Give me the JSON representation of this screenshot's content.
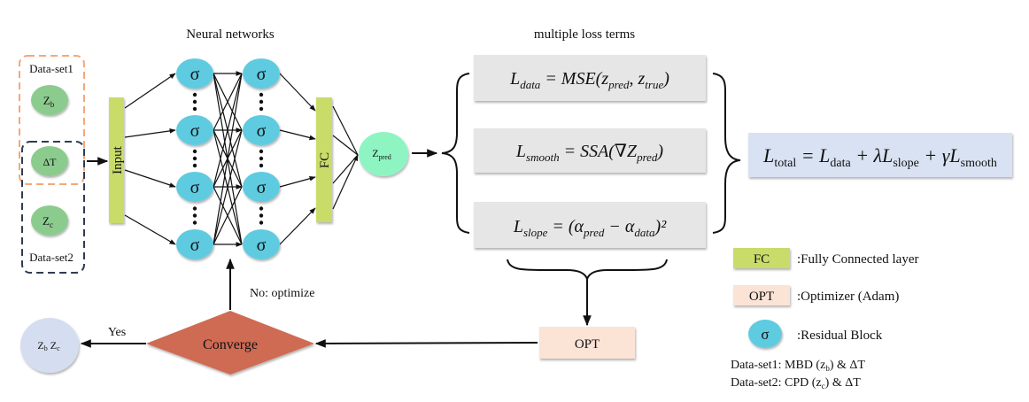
{
  "titles": {
    "neural_networks": "Neural networks",
    "loss_terms": "multiple loss terms"
  },
  "inputs": {
    "dataset1_label": "Data-set1",
    "dataset2_label": "Data-set2",
    "node_zb": {
      "main": "Z",
      "sub": "b"
    },
    "node_dt": {
      "main": "ΔT"
    },
    "node_zc": {
      "main": "Z",
      "sub": "c"
    }
  },
  "network": {
    "input_label": "Input",
    "neuron_symbol": "σ",
    "fc_label": "FC",
    "output_node": {
      "main": "Z",
      "sub": "pred"
    }
  },
  "loss_terms": [
    {
      "name": "data",
      "lhs": "L",
      "lhs_sub": "data",
      "rhs_parts": [
        " = MSE(z",
        "pred",
        ", z",
        "true",
        ")"
      ]
    },
    {
      "name": "smooth",
      "lhs": "L",
      "lhs_sub": "smooth",
      "rhs_parts": [
        " = SSA(∇Z",
        "pred",
        ")"
      ]
    },
    {
      "name": "slope",
      "lhs": "L",
      "lhs_sub": "slope",
      "rhs_parts": [
        " = (α",
        "pred",
        " − α",
        "data",
        ")²"
      ]
    }
  ],
  "total_loss": {
    "parts": [
      "L",
      "total",
      " = L",
      "data",
      " + λL",
      "slope",
      " + γL",
      "smooth"
    ]
  },
  "flow": {
    "opt_label": "OPT",
    "converge_label": "Converge",
    "no_label": "No: optimize",
    "yes_label": "Yes",
    "result_node": {
      "z1": "Z",
      "s1": "b",
      "z2": "Z",
      "s2": "c"
    }
  },
  "legend": {
    "fc_box": "FC",
    "fc_desc": ":Fully Connected layer",
    "opt_box": "OPT",
    "opt_desc": ":Optimizer (Adam)",
    "sigma": "σ",
    "sigma_desc": ":Residual Block",
    "dataset1_note": [
      "Data-set1: MBD (z",
      "b",
      ") & ΔT"
    ],
    "dataset2_note": [
      "Data-set2: CPD (z",
      "c",
      ") & ΔT"
    ]
  },
  "colors": {
    "neuron": "#5FCBE0",
    "input_node": "#8CCB8E",
    "bar": "#C9DC6A",
    "zpred": "#8EF5C2",
    "loss_box": "#E6E6E6",
    "total_box": "#D9E2F3",
    "opt_box": "#FBE3D6",
    "converge": "#CF6A52",
    "result": "#D5DEF0",
    "dataset1_border": "#F4A77A",
    "dataset2_border": "#2F3B52"
  }
}
